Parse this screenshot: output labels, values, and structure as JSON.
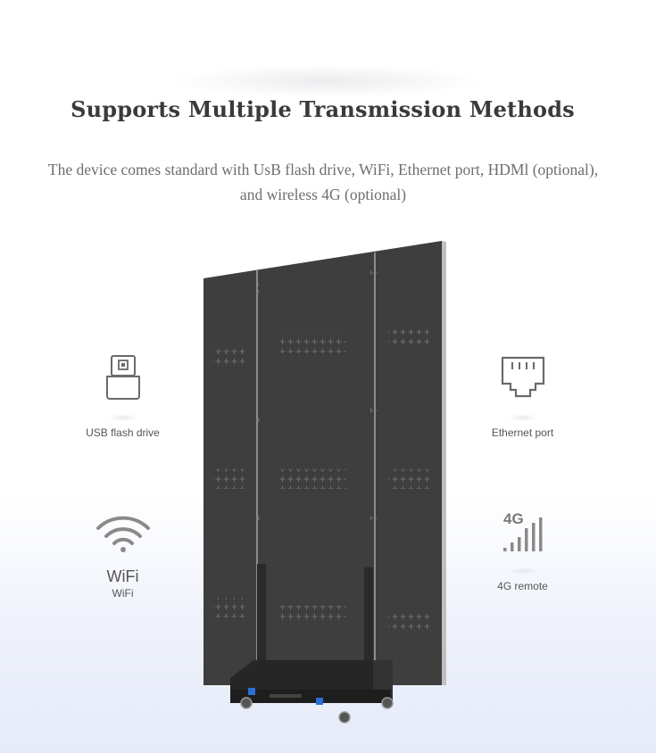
{
  "header": {
    "title": "Supports Multiple Transmission Methods",
    "description": "The device comes standard with UsB flash drive, WiFi, Ethernet port, HDMl (optional), and wireless 4G (optional)"
  },
  "features": {
    "usb": {
      "label": "USB flash drive",
      "icon": "usb-drive-icon"
    },
    "ethernet": {
      "label": "Ethernet port",
      "icon": "ethernet-port-icon"
    },
    "wifi": {
      "title": "WiFi",
      "label": "WiFi",
      "icon": "wifi-icon"
    },
    "cellular": {
      "icon_text": "4G",
      "label": "4G remote",
      "icon": "signal-4g-icon"
    }
  },
  "product": {
    "image": "led-poster-display-on-stand"
  },
  "colors": {
    "title": "#3a3a3a",
    "text": "#6e6e6e",
    "icon": "#555555",
    "panel": "#3d3d3d",
    "bottom_tint": "#e6ebf9"
  }
}
